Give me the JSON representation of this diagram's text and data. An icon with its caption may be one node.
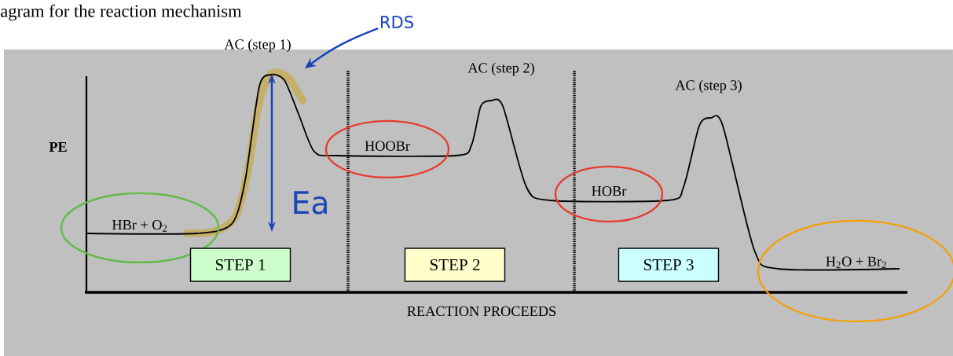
{
  "diagram": {
    "title": "agram for the reaction mechanism",
    "nodes": [
      {
        "text": [
          "RDS"
        ]
      },
      {
        "text": [
          "HBr + O$_{2}$"
        ]
      },
      {
        "text": [
          "HOOBr"
        ]
      },
      {
        "text": [
          "HOBr"
        ]
      },
      {
        "text": [
          "H$_{2}$O  +  Br$_{2}$"
        ]
      },
      {
        "text": [
          "STEP 1"
        ]
      },
      {
        "text": [
          "STEP 2"
        ]
      },
      {
        "text": [
          "STEP 3"
        ]
      },
      {
        "text": [],
        "shape": "peak"
      }
    ],
    "edges": [
      {
        "from": 0,
        "to": 8,
        "arrow": "to"
      }
    ],
    "labels": [
      "AC (step 1)",
      "AC (step 2)",
      "AC (step 3)",
      "PE",
      "Ea",
      "REACTION PROCEEDS"
    ]
  }
}
